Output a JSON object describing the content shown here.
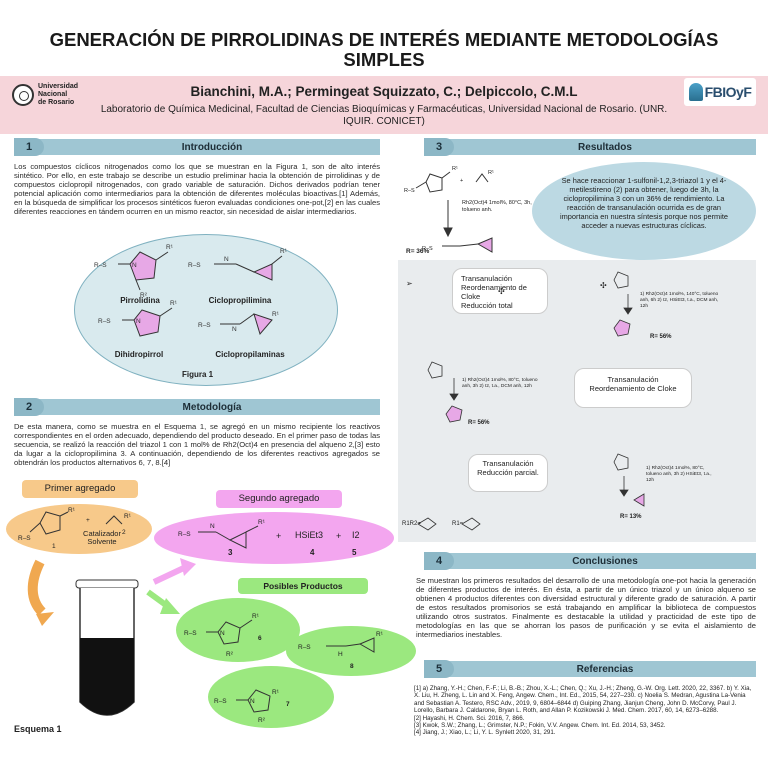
{
  "poster": {
    "title": "GENERACIÓN DE PIRROLIDINAS DE INTERÉS MEDIANTE METODOLOGÍAS SIMPLES",
    "authors": "Bianchini, M.A.; Permingeat Squizzato, C.; Delpiccolo, C.M.L",
    "lab": "Laboratorio de Química Medicinal, Facultad de Ciencias Bioquímicas y Farmacéuticas, Universidad Nacional de Rosario. (UNR. IQUIR. CONICET)",
    "logo_left_l1": "Universidad",
    "logo_left_l2": "Nacional",
    "logo_left_l3": "de Rosario",
    "logo_right": "FBIOyF"
  },
  "sections": {
    "intro": {
      "num": "1",
      "label": "Introducción",
      "text": "Los compuestos cíclicos nitrogenados como los que se muestran en la Figura 1, son de alto interés sintético. Por ello, en este trabajo se describe un estudio preliminar hacia la obtención de pirrolidinas y de compuestos ciclopropil nitrogenados, con grado variable de saturación. Dichos derivados podrían tener potencial aplicación como intermediarios para la obtención de diferentes moléculas bioactivas.[1] Además, en la búsqueda de simplificar los procesos sintéticos fueron evaluadas condiciones one-pot,[2] en las cuales diferentes reacciones en tándem ocurren en un mismo reactor, sin necesidad de aislar intermediarios."
    },
    "metodologia": {
      "num": "2",
      "label": "Metodología",
      "text": "De esta manera, como se muestra en el Esquema 1, se agregó en un mismo recipiente los reactivos correspondientes en el orden adecuado, dependiendo del producto deseado. En el primer paso de todas las secuencia, se realizó la reacción del triazol 1 con 1 mol% de Rh2(Oct)4 en presencia del alqueno 2,[3] esto da lugar a la ciclopropilimina 3. A continuación, dependiendo de los diferentes reactivos agregados se obtendrán los productos alternativos 6, 7, 8.[4]"
    },
    "resultados": {
      "num": "3",
      "label": "Resultados"
    },
    "conclusiones": {
      "num": "4",
      "label": "Conclusiones",
      "text": "Se muestran los primeros resultados del desarrollo de una metodología one-pot hacia la generación de diferentes productos de interés. En ésta, a partir de un único triazol y un único alqueno se obtienen 4 productos diferentes con diversidad estructural y diferente grado de saturación. A partir de estos resultados promisorios se está trabajando en amplificar la biblioteca de compuestos utilizando otros sustratos. Finalmente es destacable la utilidad y practicidad de este tipo de metodologías en las que se ahorran los pasos de purificación y se evita el aislamiento de intermediarios inestables."
    },
    "referencias": {
      "num": "5",
      "label": "Referencias"
    }
  },
  "figure1": {
    "caption": "Figura 1",
    "molecules": [
      "Pirrolidina",
      "Ciclopropilimina",
      "Dihidropirrol",
      "Ciclopropilaminas"
    ]
  },
  "esquema": {
    "primer_agregado": "Primer agregado",
    "segundo_agregado": "Segundo agregado",
    "posibles_productos": "Posibles Productos",
    "catalizador": "Catalizador",
    "solvente": "Solvente",
    "reagents": [
      "HSiEt3",
      "I2"
    ],
    "labels": [
      "1",
      "2",
      "3",
      "4",
      "5",
      "6",
      "7",
      "8"
    ],
    "caption": "Esquema 1"
  },
  "resultados": {
    "oval_text": "Se hace reaccionar 1-sulfonil-1,2,3-triazol 1 y el 4-metilestireno (2) para obtener, luego de 3h, la ciclopropilimina 3 con un 36% de rendimiento. La reacción de transanulación ocurrida es de gran importancia en nuestra síntesis porque nos permite acceder a nuevas estructuras cíclicas.",
    "first_conditions": "Rh2(Oct)4 1mol%, 80°C, 3h, tolueno anh.",
    "first_yield": "R= 36%",
    "box1": [
      "Transanulación",
      "Reordenamiento de Cloke",
      "Reducción total"
    ],
    "box2": [
      "Transanulación",
      "Reordenamiento de Cloke"
    ],
    "box3": [
      "Transanulación",
      "Reducción parcial."
    ],
    "cond_a": "1) Rh2(Oct)4 1mol%, 140°C, tolueno anh, 6h 2) I2, HSiEt3, t.a., DCM anh, 12h",
    "cond_b": "1) Rh2(Oct)4 1mol%, 80°C, tolueno anh, 3h 2) I2, t.a., DCM anh, 12h",
    "cond_c": "1) Rh2(Oct)4 1mol%, 80°C, tolueno anh, 3h 2) HSiEt3, t.a., 12h",
    "yield_a": "R= 56%",
    "yield_b": "R= 56%",
    "yield_c": "R= 13%",
    "legend_left": "R1R2=",
    "legend_right": "R1="
  },
  "references": [
    "[1] a) Zhang, Y.-H.; Chen, F.-F.; Li, B.-B.; Zhou, X.-L.; Chen, Q.; Xu, J.-H.; Zheng, G.-W. Org. Lett. 2020, 22, 3367. b) Y. Xia, X. Liu, H. Zheng, L. Lin and X. Feng, Angew. Chem., Int. Ed., 2015, 54, 227–230. c) Noelia S. Medran, Agustina La-Venia and Sebastian A. Testero, RSC Adv., 2019, 9, 6804–6844 d) Guiping Zhang, Jianjun Cheng, John D. McCorvy, Paul J. Lorello, Barbara J. Caldarone, Bryan L. Roth, and Allan P. Kozikowski J. Med. Chem. 2017, 60, 14, 6273–6288.",
    "[2] Hayashi, H. Chem. Sci. 2016, 7, 866.",
    "[3] Kwok, S.W.; Zhang, L.; Grimster, N.P.; Fokin, V.V. Angew. Chem. Int. Ed. 2014, 53, 3452.",
    "[4] Jiang, J.; Xiao, L.; Li, Y. L. Synlett 2020, 31, 291."
  ],
  "colors": {
    "header_pink": "#f6d5da",
    "section_blue": "#9fc6d3",
    "primer_orange": "#f7c98a",
    "segundo_magenta": "#f3a6ef",
    "productos_green": "#9be87f"
  }
}
